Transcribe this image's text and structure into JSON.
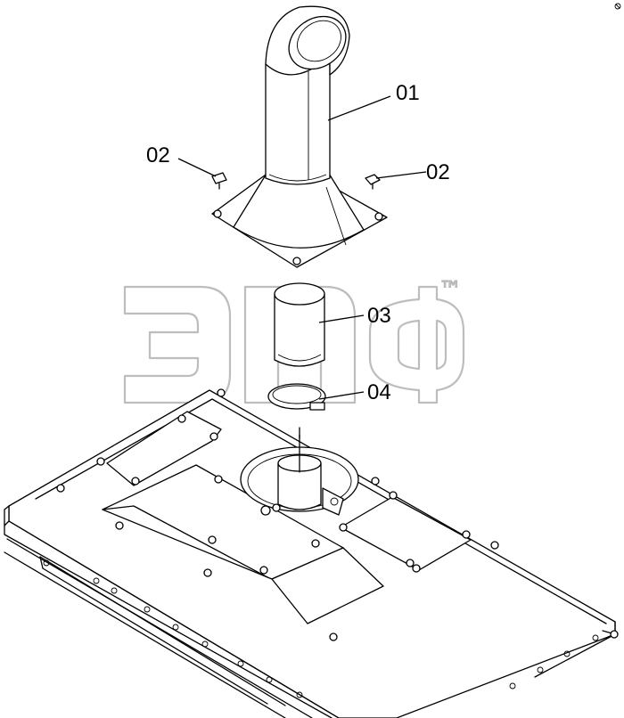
{
  "callouts": {
    "part_01": "01",
    "part_02_left": "02",
    "part_02_right": "02",
    "part_03": "03",
    "part_04": "04"
  },
  "watermark": {
    "trademark": "™"
  },
  "icons": {
    "corner_mark": "corner-mark-icon"
  }
}
